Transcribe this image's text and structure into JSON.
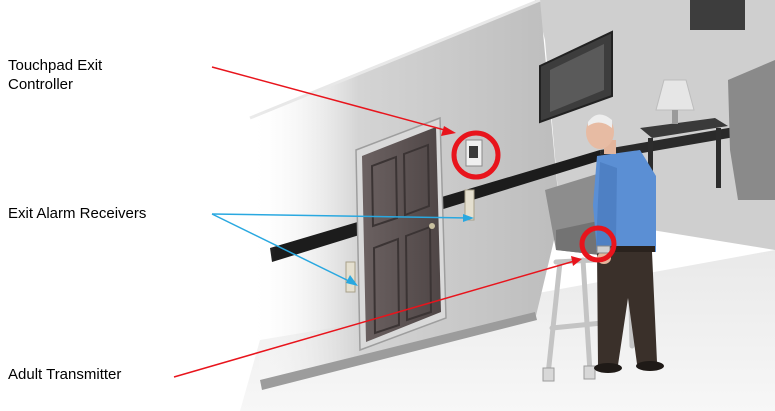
{
  "labels": {
    "touchpad": "Touchpad Exit\nController",
    "receivers": "Exit Alarm Receivers",
    "transmitter": "Adult Transmitter"
  },
  "colors": {
    "pointer_red": "#e8141c",
    "pointer_blue": "#29a8e0",
    "highlight_ring": "#e8141c",
    "wall": "#c9c9c9",
    "door": "#5e5454",
    "shirt": "#5b8fd4",
    "trousers": "#3a302a"
  },
  "icons": {
    "controller": "touchpad-keypad-icon",
    "receiver": "exit-alarm-receiver-icon",
    "transmitter": "wrist-transmitter-icon"
  }
}
